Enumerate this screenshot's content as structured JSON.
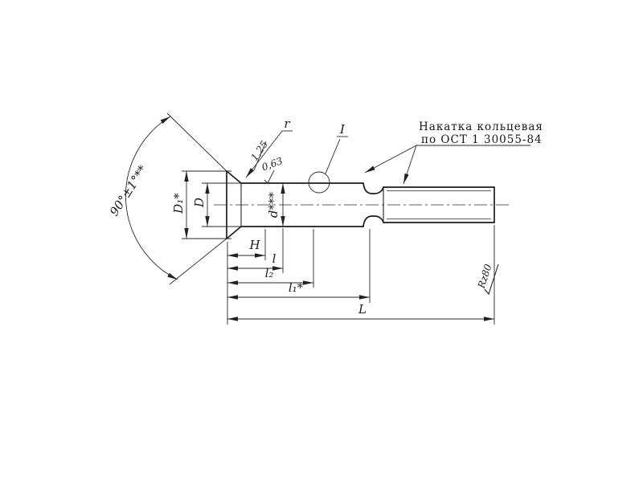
{
  "drawing": {
    "labels": {
      "angle": "90°±1°**",
      "head_diameter": "D₁*",
      "diameter": "D",
      "shaft_diameter": "d***",
      "head_height": "H",
      "length_l": "l",
      "length_l2": "l₂",
      "length_l1": "l₁*",
      "overall_length": "L",
      "fillet": "r",
      "detail_view": "I",
      "roughness_cone": "1,25",
      "roughness_shaft": "0,63",
      "roughness_end": "Rz80"
    },
    "note": {
      "line1": "Накатка кольцевая",
      "line2": "по ОСТ 1 30055-84"
    },
    "colors": {
      "ink": "#1d1d1d",
      "paper": "#ffffff"
    }
  }
}
